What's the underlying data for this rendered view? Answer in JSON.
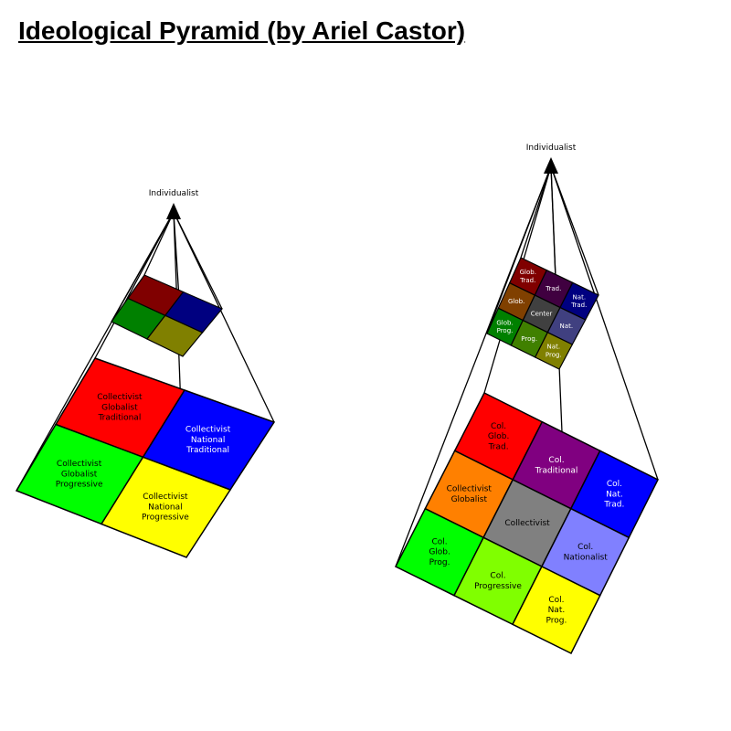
{
  "title": "Ideological Pyramid (by Ariel Castor)",
  "left_pyramid": {
    "apex_label": "Individualist",
    "top_cells": [
      {
        "name": "top-cell-globalist-traditional",
        "color": "#800000"
      },
      {
        "name": "top-cell-national-traditional",
        "color": "#000080"
      },
      {
        "name": "top-cell-globalist-progressive",
        "color": "#008000"
      },
      {
        "name": "top-cell-national-progressive",
        "color": "#808000"
      }
    ],
    "bottom_cells": [
      {
        "name": "cell-collectivist-globalist-traditional",
        "label": [
          "Collectivist",
          "Globalist",
          "Traditional"
        ],
        "color": "#ff0000",
        "text_color": "#000000"
      },
      {
        "name": "cell-collectivist-national-traditional",
        "label": [
          "Collectivist",
          "National",
          "Traditional"
        ],
        "color": "#0000ff",
        "text_color": "#ffffff"
      },
      {
        "name": "cell-collectivist-globalist-progressive",
        "label": [
          "Collectivist",
          "Globalist",
          "Progressive"
        ],
        "color": "#00ff00",
        "text_color": "#000000"
      },
      {
        "name": "cell-collectivist-national-progressive",
        "label": [
          "Collectivist",
          "National",
          "Progressive"
        ],
        "color": "#ffff00",
        "text_color": "#000000"
      }
    ]
  },
  "right_pyramid": {
    "apex_label": "Individualist",
    "top_cells": [
      {
        "name": "top-cell-glob-trad",
        "label": [
          "Glob.",
          "Trad."
        ],
        "color": "#800000",
        "text_color": "#ffffff"
      },
      {
        "name": "top-cell-trad",
        "label": [
          "Trad."
        ],
        "color": "#400040",
        "text_color": "#ffffff"
      },
      {
        "name": "top-cell-nat-trad",
        "label": [
          "Nat.",
          "Trad."
        ],
        "color": "#000080",
        "text_color": "#ffffff"
      },
      {
        "name": "top-cell-glob",
        "label": [
          "Glob."
        ],
        "color": "#804000",
        "text_color": "#ffffff"
      },
      {
        "name": "top-cell-center",
        "label": [
          "Center"
        ],
        "color": "#404040",
        "text_color": "#ffffff"
      },
      {
        "name": "top-cell-nat",
        "label": [
          "Nat."
        ],
        "color": "#404080",
        "text_color": "#ffffff"
      },
      {
        "name": "top-cell-glob-prog",
        "label": [
          "Glob.",
          "Prog."
        ],
        "color": "#008000",
        "text_color": "#ffffff"
      },
      {
        "name": "top-cell-prog",
        "label": [
          "Prog."
        ],
        "color": "#408000",
        "text_color": "#ffffff"
      },
      {
        "name": "top-cell-nat-prog",
        "label": [
          "Nat.",
          "Prog."
        ],
        "color": "#808000",
        "text_color": "#ffffff"
      }
    ],
    "bottom_cells": [
      {
        "name": "cell-col-glob-trad",
        "label": [
          "Col.",
          "Glob.",
          "Trad."
        ],
        "color": "#ff0000",
        "text_color": "#000000"
      },
      {
        "name": "cell-col-traditional",
        "label": [
          "Col.",
          "Traditional"
        ],
        "color": "#800080",
        "text_color": "#ffffff"
      },
      {
        "name": "cell-col-nat-trad",
        "label": [
          "Col.",
          "Nat.",
          "Trad."
        ],
        "color": "#0000ff",
        "text_color": "#ffffff"
      },
      {
        "name": "cell-collectivist-globalist",
        "label": [
          "Collectivist",
          "Globalist"
        ],
        "color": "#ff8000",
        "text_color": "#000000"
      },
      {
        "name": "cell-collectivist",
        "label": [
          "Collectivist"
        ],
        "color": "#808080",
        "text_color": "#000000"
      },
      {
        "name": "cell-col-nationalist",
        "label": [
          "Col.",
          "Nationalist"
        ],
        "color": "#8080ff",
        "text_color": "#000000"
      },
      {
        "name": "cell-col-glob-prog",
        "label": [
          "Col.",
          "Glob.",
          "Prog."
        ],
        "color": "#00ff00",
        "text_color": "#000000"
      },
      {
        "name": "cell-col-progressive",
        "label": [
          "Col.",
          "Progressive"
        ],
        "color": "#80ff00",
        "text_color": "#000000"
      },
      {
        "name": "cell-col-nat-prog",
        "label": [
          "Col.",
          "Nat.",
          "Prog."
        ],
        "color": "#ffff00",
        "text_color": "#000000"
      }
    ]
  }
}
